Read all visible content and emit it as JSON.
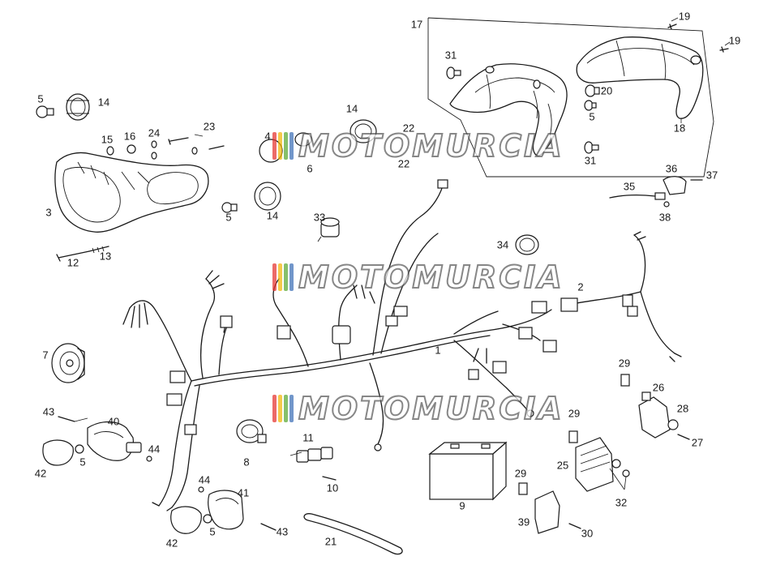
{
  "watermark": {
    "text": "MOTOMURCIA",
    "logo_colors": [
      "#e5322d",
      "#f2b705",
      "#5aa832",
      "#3b6fb6"
    ],
    "outline_color": "#5a5a5a"
  },
  "callouts": [
    {
      "id": "l1",
      "text": "1"
    },
    {
      "id": "l2",
      "text": "2"
    },
    {
      "id": "l3",
      "text": "3"
    },
    {
      "id": "l4",
      "text": "4"
    },
    {
      "id": "l5a",
      "text": "5"
    },
    {
      "id": "l5b",
      "text": "5"
    },
    {
      "id": "l5c",
      "text": "5"
    },
    {
      "id": "l5d",
      "text": "5"
    },
    {
      "id": "l5e",
      "text": "5"
    },
    {
      "id": "l6",
      "text": "6"
    },
    {
      "id": "l7",
      "text": "7"
    },
    {
      "id": "l8",
      "text": "8"
    },
    {
      "id": "l9",
      "text": "9"
    },
    {
      "id": "l10",
      "text": "10"
    },
    {
      "id": "l11",
      "text": "11"
    },
    {
      "id": "l12",
      "text": "12"
    },
    {
      "id": "l13",
      "text": "13"
    },
    {
      "id": "l14a",
      "text": "14"
    },
    {
      "id": "l14b",
      "text": "14"
    },
    {
      "id": "l14c",
      "text": "14"
    },
    {
      "id": "l15",
      "text": "15"
    },
    {
      "id": "l16",
      "text": "16"
    },
    {
      "id": "l17",
      "text": "17"
    },
    {
      "id": "l18",
      "text": "18"
    },
    {
      "id": "l19a",
      "text": "19"
    },
    {
      "id": "l19b",
      "text": "19"
    },
    {
      "id": "l20",
      "text": "20"
    },
    {
      "id": "l21",
      "text": "21"
    },
    {
      "id": "l22a",
      "text": "22"
    },
    {
      "id": "l22b",
      "text": "22"
    },
    {
      "id": "l23",
      "text": "23"
    },
    {
      "id": "l24",
      "text": "24"
    },
    {
      "id": "l25",
      "text": "25"
    },
    {
      "id": "l26",
      "text": "26"
    },
    {
      "id": "l27",
      "text": "27"
    },
    {
      "id": "l28",
      "text": "28"
    },
    {
      "id": "l29a",
      "text": "29"
    },
    {
      "id": "l29b",
      "text": "29"
    },
    {
      "id": "l29c",
      "text": "29"
    },
    {
      "id": "l30",
      "text": "30"
    },
    {
      "id": "l31a",
      "text": "31"
    },
    {
      "id": "l31b",
      "text": "31"
    },
    {
      "id": "l32",
      "text": "32"
    },
    {
      "id": "l33",
      "text": "33"
    },
    {
      "id": "l34",
      "text": "34"
    },
    {
      "id": "l35",
      "text": "35"
    },
    {
      "id": "l36",
      "text": "36"
    },
    {
      "id": "l37",
      "text": "37"
    },
    {
      "id": "l38",
      "text": "38"
    },
    {
      "id": "l39",
      "text": "39"
    },
    {
      "id": "l40",
      "text": "40"
    },
    {
      "id": "l41",
      "text": "41"
    },
    {
      "id": "l42a",
      "text": "42"
    },
    {
      "id": "l42b",
      "text": "42"
    },
    {
      "id": "l43a",
      "text": "43"
    },
    {
      "id": "l43b",
      "text": "43"
    },
    {
      "id": "l44a",
      "text": "44"
    },
    {
      "id": "l44b",
      "text": "44"
    }
  ]
}
